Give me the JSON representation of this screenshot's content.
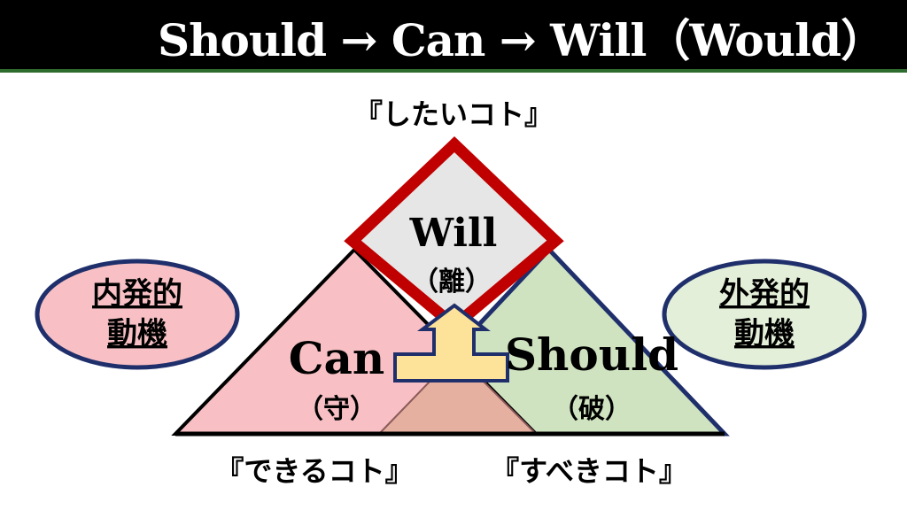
{
  "title": "Should → Can → Will（Would）",
  "top_label": "『したいコト』",
  "will": {
    "label": "Will",
    "sub": "（離）"
  },
  "can": {
    "label": "Can",
    "sub": "（守）"
  },
  "should": {
    "label": "Should",
    "sub": "（破）"
  },
  "bottom_left_label": "『できるコト』",
  "bottom_right_label": "『すべきコト』",
  "left_ellipse": {
    "line1": "内発的",
    "line2": "動機"
  },
  "right_ellipse": {
    "line1": "外発的",
    "line2": "動機"
  },
  "colors": {
    "can_fill": "#f8c0c4",
    "should_fill": "#cfe3c0",
    "overlap_fill": "#e6b0a0",
    "will_fill": "#e6e6e6",
    "will_border": "#c00000",
    "navy": "#1f2f6b",
    "arrow_fill": "#fde29a"
  }
}
